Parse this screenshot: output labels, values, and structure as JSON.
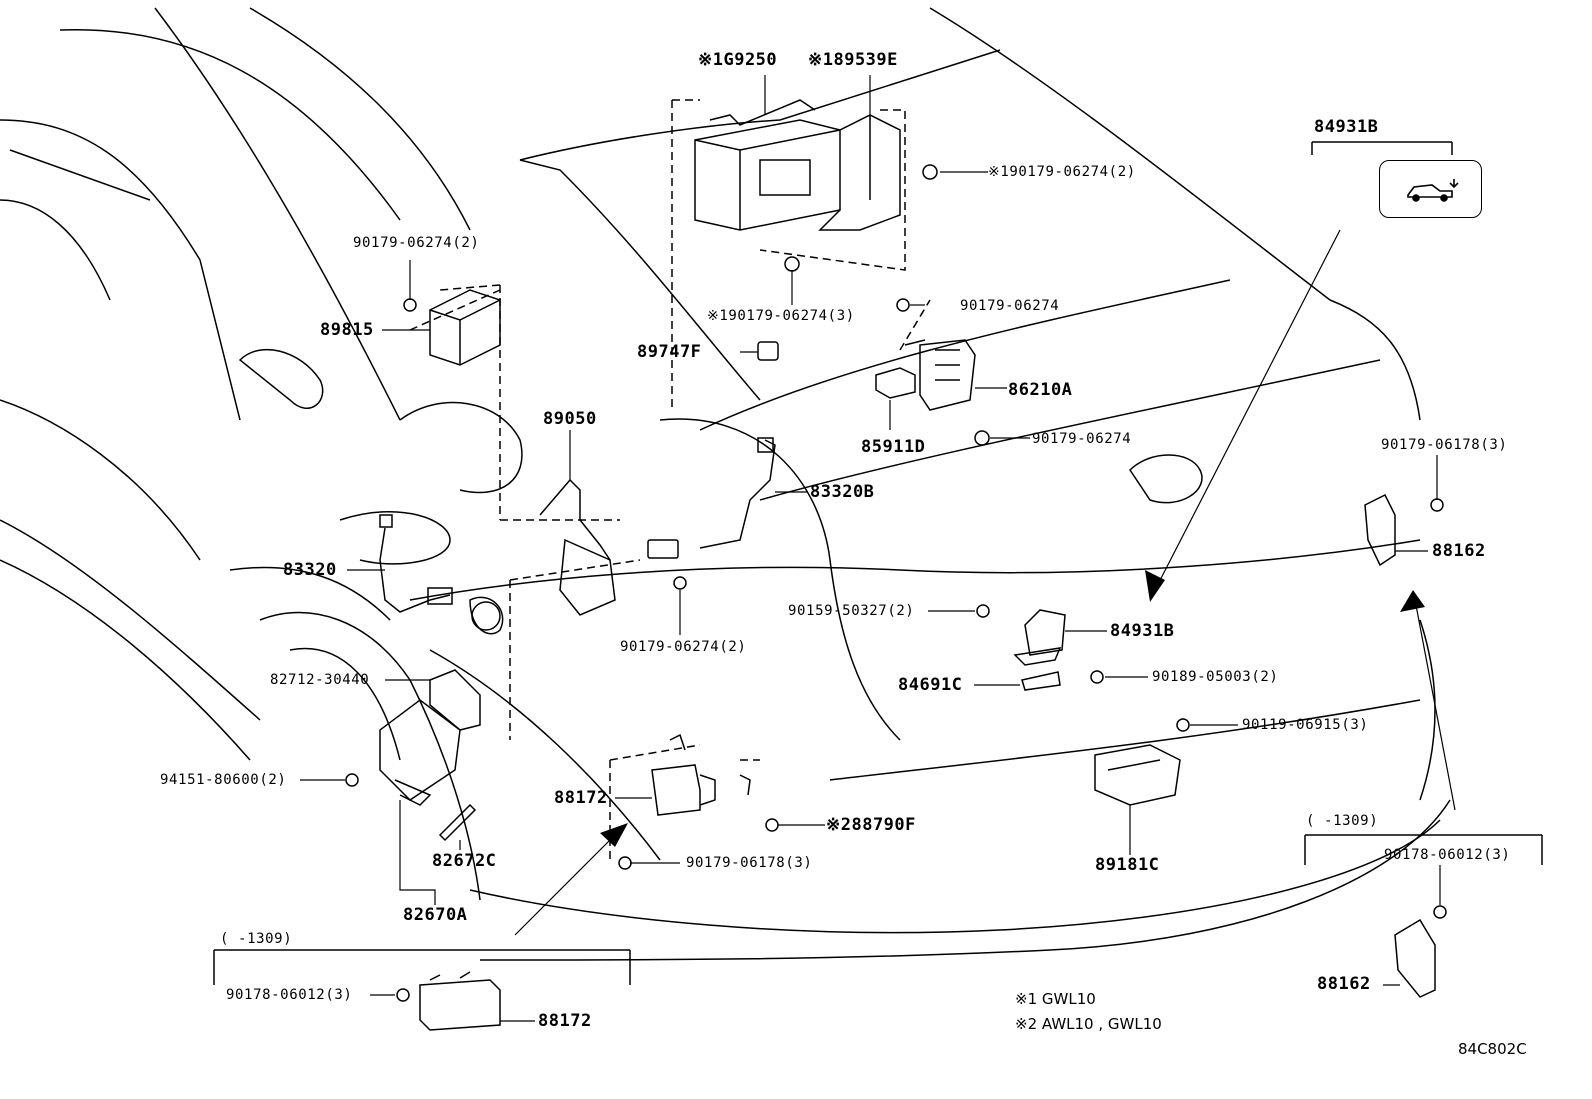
{
  "diagram": {
    "figure_code": "84C802C",
    "notes": {
      "note1": "※1 GWL10",
      "note2": "※2 AWL10 , GWL10"
    },
    "parts": {
      "p_g9250": "※1G9250",
      "p_89539e": "※189539E",
      "p_90179_06274_2_r": "※190179-06274(2)",
      "p_90179_06274_3": "※190179-06274(3)",
      "p_90179_06274_a": "90179-06274",
      "p_89747f": "89747F",
      "p_86210a": "86210A",
      "p_85911d": "85911D",
      "p_90179_06274_b": "90179-06274",
      "p_90179_06274_2_l": "90179-06274(2)",
      "p_89815": "89815",
      "p_89050": "89050",
      "p_83320b": "83320B",
      "p_83320": "83320",
      "p_90159_50327": "90159-50327(2)",
      "p_84931b": "84931B",
      "p_84931b_top": "84931B",
      "p_90179_06274_2_m": "90179-06274(2)",
      "p_84691c": "84691C",
      "p_90189_05003": "90189-05003(2)",
      "p_82712_30440": "82712-30440",
      "p_90119_06915": "90119-06915(3)",
      "p_94151_80600": "94151-80600(2)",
      "p_88172": "88172",
      "p_88790f": "※288790F",
      "p_90179_06178_3_m": "90179-06178(3)",
      "p_89181c": "89181C",
      "p_82672c": "82672C",
      "p_82670a": "82670A",
      "p_90179_06178_3_r": "90179-06178(3)",
      "p_88162": "88162",
      "p_88162_b": "88162",
      "p_90178_06012_r": "90178-06012(3)",
      "p_90178_06012_l": "90178-06012(3)",
      "p_88172_b": "88172",
      "range_left": "(     -1309)",
      "range_right": "(     -1309)"
    }
  }
}
